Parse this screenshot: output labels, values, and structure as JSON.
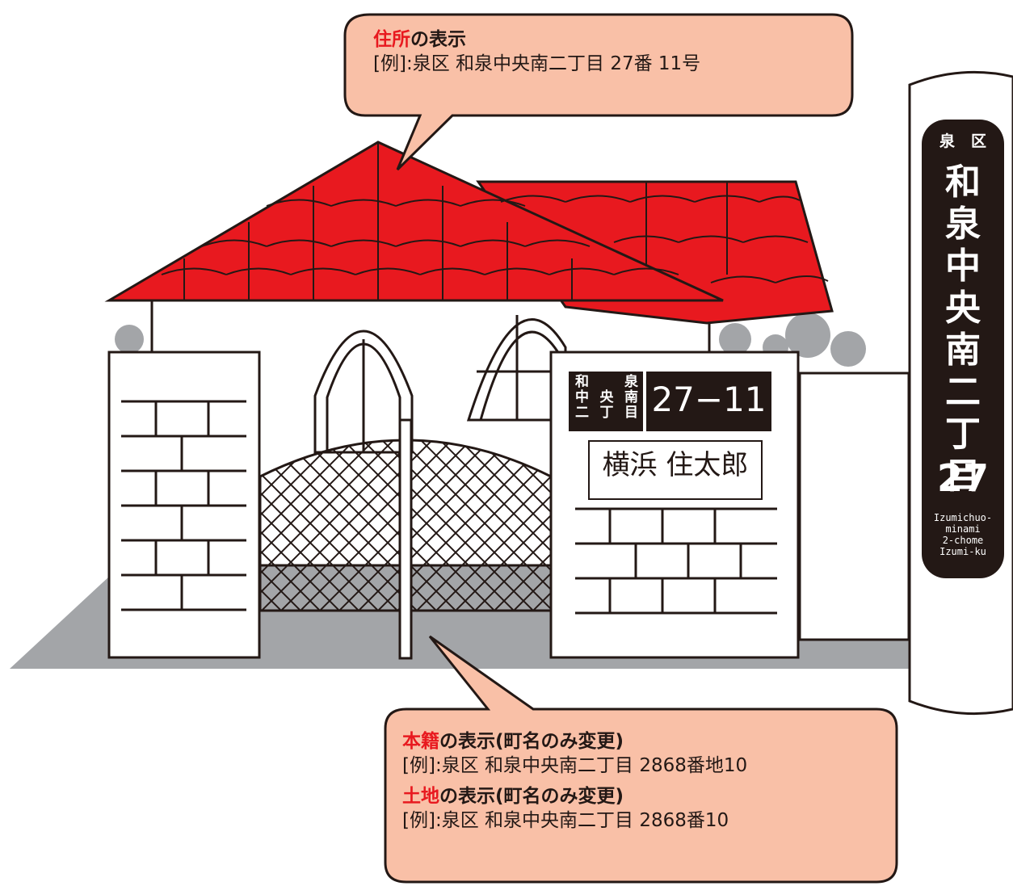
{
  "colors": {
    "roof_red": "#e8191f",
    "callout_fill": "#f9c0a7",
    "ground_gray": "#a3a5a8",
    "plate_black": "#231815",
    "label_red": "#e8191f"
  },
  "callout_top": {
    "head_red": "住所",
    "head_rest": "の表示",
    "example": "[例]:泉区 和泉中央南二丁目 27番 11号"
  },
  "callout_bottom": {
    "honseki_head_red": "本籍",
    "honseki_head_rest": "の表示(町名のみ変更)",
    "honseki_example": "[例]:泉区 和泉中央南二丁目  2868番地10",
    "tochi_head_red": "土地",
    "tochi_head_rest": "の表示(町名のみ変更)",
    "tochi_example": "[例]:泉区 和泉中央南二丁目  2868番10"
  },
  "pole_sign": {
    "ward": "泉区",
    "town_chars": [
      "和",
      "泉",
      "中",
      "央",
      "南",
      "二",
      "丁",
      "目"
    ],
    "block_number": "27",
    "romaji": [
      "Izumichuo-",
      "minami",
      "2-chome",
      "Izumi-ku"
    ]
  },
  "gate_plate": {
    "town_small_rows": [
      [
        "和",
        "泉"
      ],
      [
        "中",
        "央",
        "南"
      ],
      [
        "二",
        "丁",
        "目"
      ]
    ],
    "number": "27−11",
    "name": "横浜 住太郎"
  }
}
